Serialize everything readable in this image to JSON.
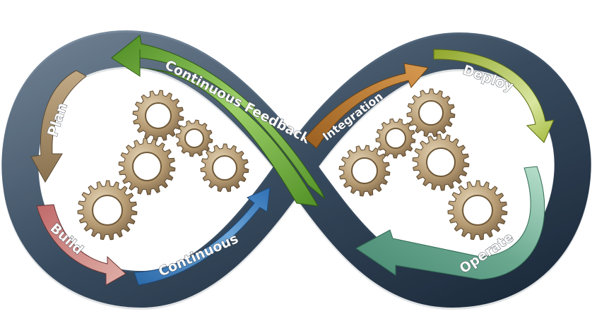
{
  "labels": {
    "plan": "Plan",
    "build": "Build",
    "continuous_lower": "Continuous",
    "continuous_feedback": "Continuous Feedback",
    "integration": "Integration",
    "deploy": "Deploy",
    "operate": "Operate"
  },
  "colors": {
    "band_outer": "#2b3d52",
    "band_inner": "#6a7c8e",
    "plan": "#a08a6a",
    "build": "#b06060",
    "continuous": "#3a78b8",
    "feedback": "#5a9a2a",
    "integration": "#b87a30",
    "deploy": "#9ab030",
    "operate": "#5a9a82",
    "gear": "#b59a72"
  },
  "icons": [
    "gear-icon"
  ]
}
